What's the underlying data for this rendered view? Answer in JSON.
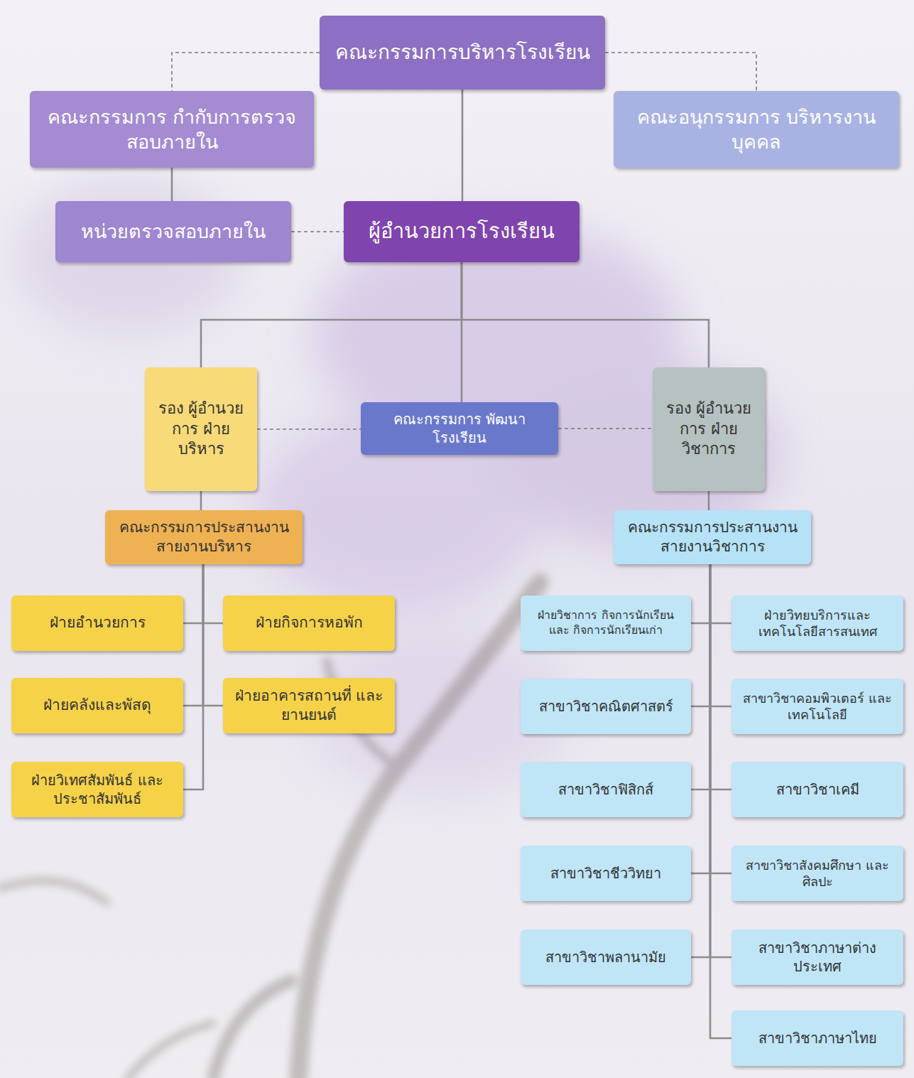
{
  "diagram": {
    "nodes": [
      {
        "text": [
          "คณะกรรมการบริหารโรงเรียน"
        ]
      },
      {
        "text": [
          "คณะกรรมการ กำกับการตรวจสอบภายใน"
        ]
      },
      {
        "text": [
          "คณะอนุกรรมการ บริหารงานบุคคล"
        ]
      },
      {
        "text": [
          "หน่วยตรวจสอบภายใน"
        ]
      },
      {
        "text": [
          "ผู้อำนวยการโรงเรียน"
        ]
      },
      {
        "text": [
          "รอง ผู้อำนวยการ ฝ่ายบริหาร"
        ]
      },
      {
        "text": [
          "คณะกรรมการ พัฒนาโรงเรียน"
        ]
      },
      {
        "text": [
          "รอง ผู้อำนวยการ ฝ่ายวิชาการ"
        ]
      },
      {
        "text": [
          "คณะกรรมการประสานงาน สายงานบริหาร"
        ]
      },
      {
        "text": [
          "คณะกรรมการประสานงาน สายงานวิชาการ"
        ]
      },
      {
        "text": [
          "ฝ่ายอำนวยการ"
        ]
      },
      {
        "text": [
          "ฝ่ายกิจการหอพัก"
        ]
      },
      {
        "text": [
          "ฝ่ายวิชาการ กิจการนักเรียนและ กิจการนักเรียนเก่า"
        ]
      },
      {
        "text": [
          "ฝ่ายวิทยบริการและ เทคโนโลยีสารสนเทศ"
        ]
      },
      {
        "text": [
          "ฝ่ายคลังและพัสดุ"
        ]
      },
      {
        "text": [
          "ฝ่ายอาคารสถานที่ และยานยนต์"
        ]
      },
      {
        "text": [
          "สาขาวิชาคณิตศาสตร์"
        ]
      },
      {
        "text": [
          "สาขาวิชาคอมพิวเตอร์ และเทคโนโลยี"
        ]
      },
      {
        "text": [
          "ฝ่ายวิเทศสัมพันธ์ และประชาสัมพันธ์"
        ]
      },
      {
        "text": [
          "สาขาวิชาฟิสิกส์"
        ]
      },
      {
        "text": [
          "สาขาวิชาเคมี"
        ]
      },
      {
        "text": [
          "สาขาวิชาชีววิทยา"
        ]
      },
      {
        "text": [
          "สาขาวิชาสังคมศึกษา และศิลปะ"
        ]
      },
      {
        "text": [
          "สาขาวิชาพลานามัย"
        ]
      },
      {
        "text": [
          "สาขาวิชาภาษาต่างประเทศ"
        ]
      },
      {
        "text": [
          "สาขาวิชาภาษาไทย"
        ]
      }
    ],
    "edges": [
      {
        "from": 0,
        "to": 1,
        "arrow": "none"
      },
      {
        "from": 0,
        "to": 2,
        "arrow": "none"
      },
      {
        "from": 0,
        "to": 4,
        "arrow": "none"
      },
      {
        "from": 1,
        "to": 3,
        "arrow": "none"
      },
      {
        "from": 3,
        "to": 4,
        "arrow": "none"
      },
      {
        "from": 4,
        "to": 5,
        "arrow": "none"
      },
      {
        "from": 4,
        "to": 6,
        "arrow": "none"
      },
      {
        "from": 4,
        "to": 7,
        "arrow": "none"
      },
      {
        "from": 5,
        "to": 6,
        "arrow": "none"
      },
      {
        "from": 6,
        "to": 7,
        "arrow": "none"
      },
      {
        "from": 5,
        "to": 8,
        "arrow": "none"
      },
      {
        "from": 7,
        "to": 9,
        "arrow": "none"
      },
      {
        "from": 8,
        "to": 10,
        "arrow": "none"
      },
      {
        "from": 8,
        "to": 11,
        "arrow": "none"
      },
      {
        "from": 8,
        "to": 14,
        "arrow": "none"
      },
      {
        "from": 8,
        "to": 15,
        "arrow": "none"
      },
      {
        "from": 8,
        "to": 18,
        "arrow": "none"
      },
      {
        "from": 9,
        "to": 12,
        "arrow": "none"
      },
      {
        "from": 9,
        "to": 13,
        "arrow": "none"
      },
      {
        "from": 9,
        "to": 16,
        "arrow": "none"
      },
      {
        "from": 9,
        "to": 17,
        "arrow": "none"
      },
      {
        "from": 9,
        "to": 19,
        "arrow": "none"
      },
      {
        "from": 9,
        "to": 20,
        "arrow": "none"
      },
      {
        "from": 9,
        "to": 21,
        "arrow": "none"
      },
      {
        "from": 9,
        "to": 22,
        "arrow": "none"
      },
      {
        "from": 9,
        "to": 23,
        "arrow": "none"
      },
      {
        "from": 9,
        "to": 24,
        "arrow": "none"
      },
      {
        "from": 9,
        "to": 25,
        "arrow": "none"
      }
    ]
  }
}
